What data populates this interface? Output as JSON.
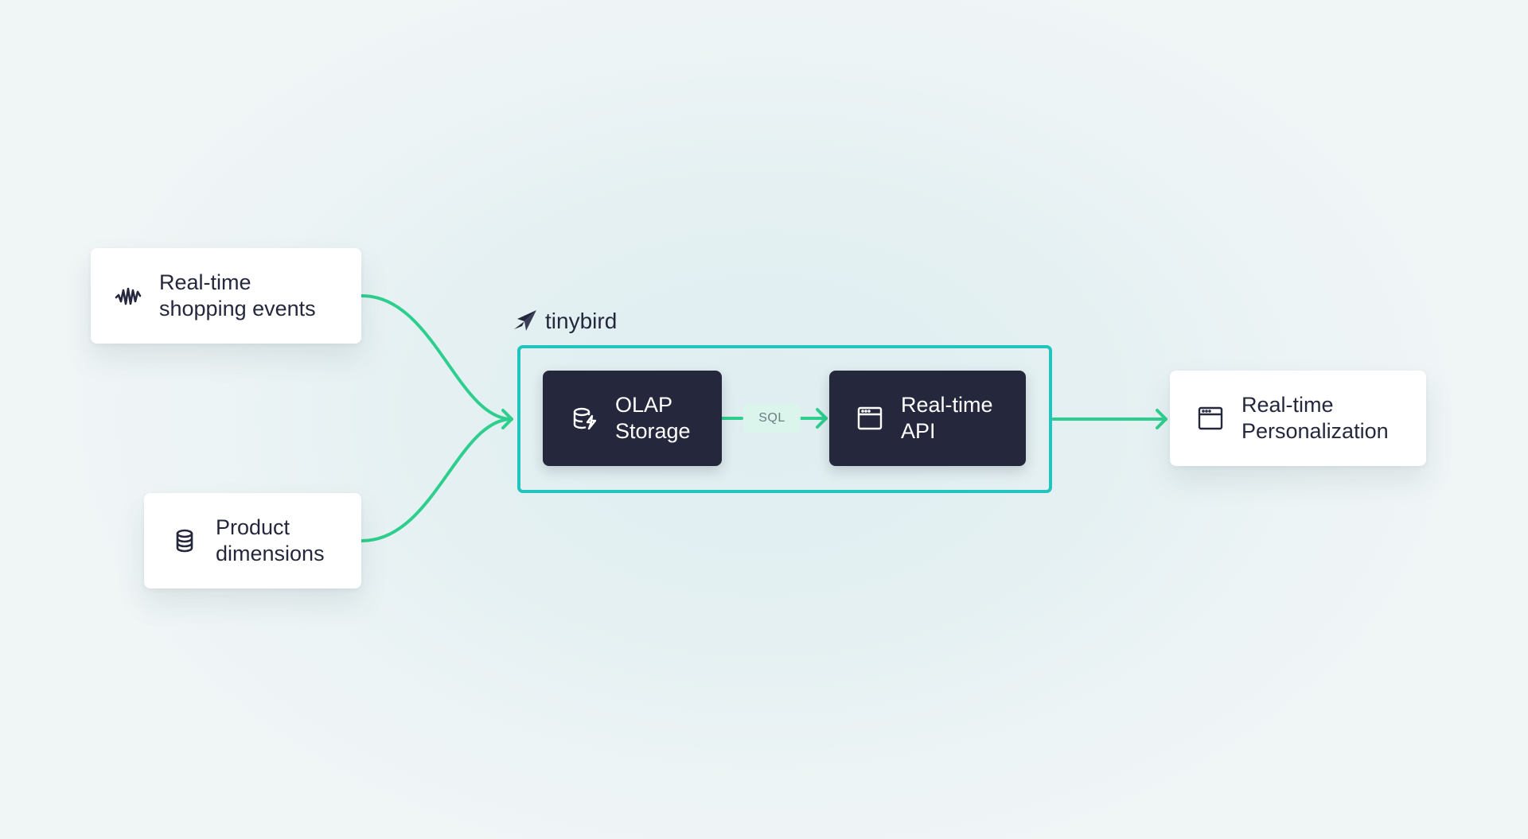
{
  "diagram": {
    "sources": [
      {
        "line1": "Real-time",
        "line2": "shopping events",
        "icon": "waveform-icon"
      },
      {
        "line1": "Product",
        "line2": "dimensions",
        "icon": "database-icon"
      }
    ],
    "platform": {
      "brand": "tinybird",
      "brand_icon": "tinybird-logo-icon",
      "frame_color": "#22c4bd"
    },
    "storage": {
      "line1": "OLAP",
      "line2": "Storage",
      "icon": "database-bolt-icon"
    },
    "connector_label": "SQL",
    "api": {
      "line1": "Real-time",
      "line2": "API",
      "icon": "browser-window-icon"
    },
    "output": {
      "line1": "Real-time",
      "line2": "Personalization",
      "icon": "browser-window-icon"
    }
  },
  "colors": {
    "connector": "#2ecf8e",
    "dark_node": "#25283d",
    "light_node": "#ffffff",
    "text_dark": "#25283d"
  }
}
